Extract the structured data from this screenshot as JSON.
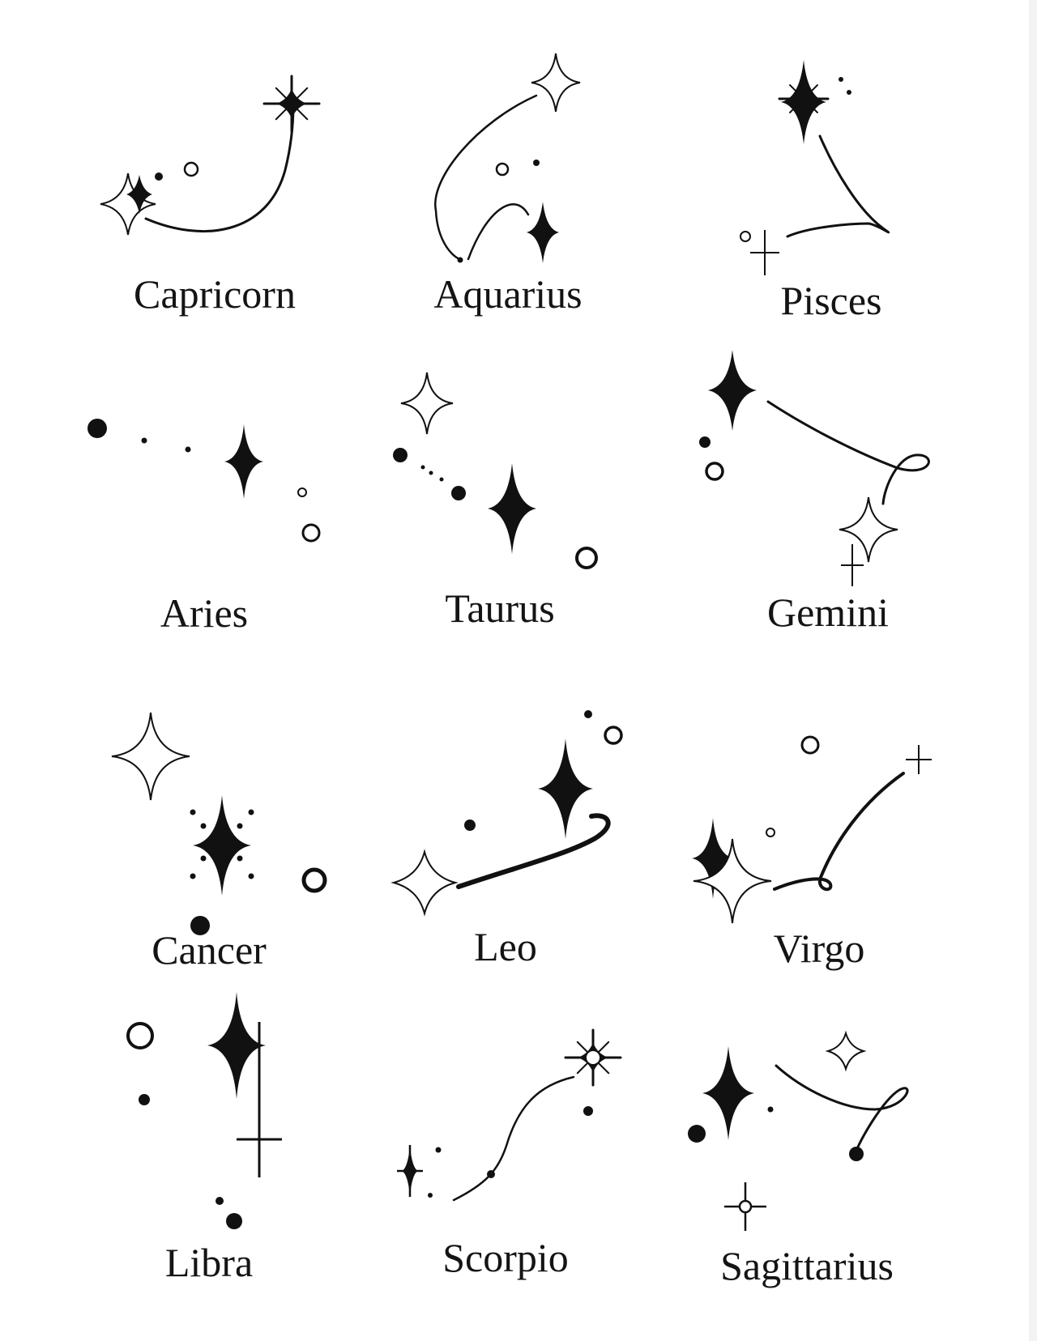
{
  "signs": [
    {
      "id": "capricorn",
      "name": "Capricorn"
    },
    {
      "id": "aquarius",
      "name": "Aquarius"
    },
    {
      "id": "pisces",
      "name": "Pisces"
    },
    {
      "id": "aries",
      "name": "Aries"
    },
    {
      "id": "taurus",
      "name": "Taurus"
    },
    {
      "id": "gemini",
      "name": "Gemini"
    },
    {
      "id": "cancer",
      "name": "Cancer"
    },
    {
      "id": "leo",
      "name": "Leo"
    },
    {
      "id": "virgo",
      "name": "Virgo"
    },
    {
      "id": "libra",
      "name": "Libra"
    },
    {
      "id": "scorpio",
      "name": "Scorpio"
    },
    {
      "id": "sagittarius",
      "name": "Sagittarius"
    }
  ],
  "colors": {
    "ink": "#111111",
    "background": "#ffffff"
  }
}
